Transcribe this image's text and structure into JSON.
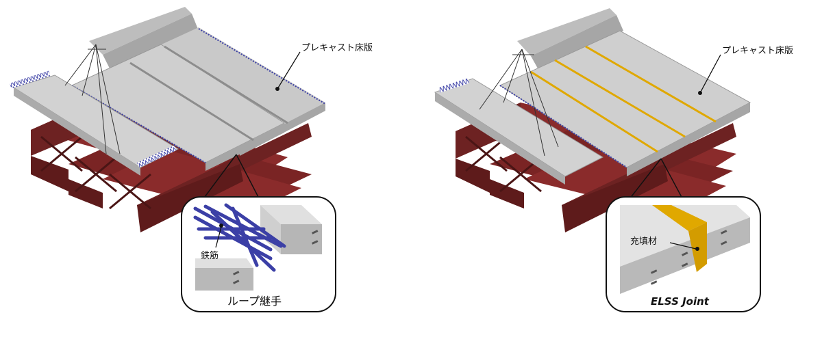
{
  "left_panel": {
    "slab_label": "プレキャスト床版",
    "rebar_label": "鉄筋",
    "detail_caption": "ループ継手"
  },
  "right_panel": {
    "slab_label": "プレキャスト床版",
    "filler_label": "充填材",
    "detail_caption": "ELSS Joint"
  },
  "colors": {
    "slab": "#c9c9c9",
    "slab_dark": "#a6a6a6",
    "girder": "#8a2b2b",
    "girder_dark": "#5e1b1b",
    "rebar": "#3b3fa6",
    "filler": "#e0a800"
  }
}
